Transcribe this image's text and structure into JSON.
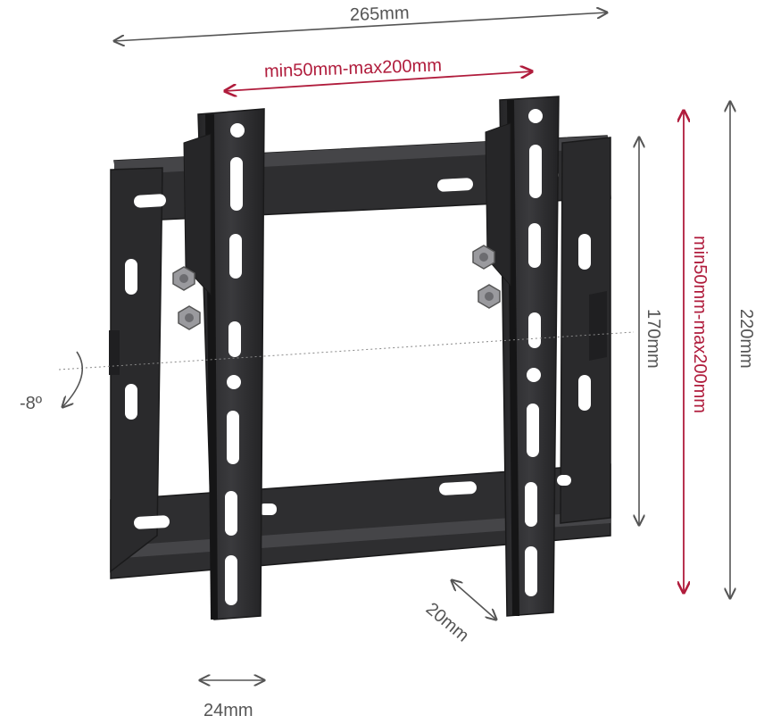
{
  "colors": {
    "background": "#ffffff",
    "bracket": "#2b2b2d",
    "bracket_highlight": "#4a4a4d",
    "bracket_edge": "#1a1a1b",
    "bolt": "#9a9a9e",
    "dim_gray": "#555555",
    "dim_accent": "#b01c3c"
  },
  "labels": {
    "top_width": "265mm",
    "arm_spacing": "min50mm-max200mm",
    "inner_height": "170mm",
    "arm_height": "min50mm-max200mm",
    "total_height": "220mm",
    "tilt": "-8º",
    "depth": "20mm",
    "arm_width": "24mm"
  },
  "icons": {
    "tilt": "curved-arrow-icon",
    "bolts": "hex-bolt-icon"
  }
}
